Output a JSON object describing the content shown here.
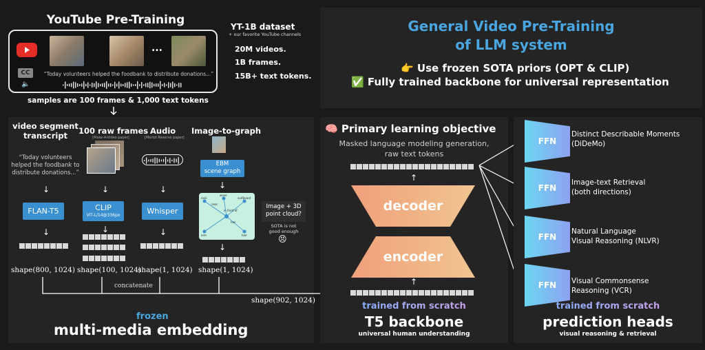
{
  "youtube": {
    "title": "YouTube Pre-Training",
    "caption": "“Today volunteers helped the foodbank to distribute donations...”",
    "ellipsis": "...",
    "cc": "CC",
    "samples": "samples are 100 frames & 1,000 text tokens"
  },
  "dataset": {
    "title": "YT-1B dataset",
    "subtitle": "+ our favorite YouTube channels",
    "stats": [
      "20M videos.",
      "1B frames.",
      "15B+ text tokens."
    ]
  },
  "header": {
    "title_line1": "General Video Pre-Training",
    "title_line2": "of LLM system",
    "bullet1_icon": "👉",
    "bullet1": "Use frozen SOTA priors (OPT & CLIP)",
    "bullet2_icon": "✅",
    "bullet2": "Fully trained backbone for universal representation"
  },
  "embedding": {
    "col1_title": "video segment transcript",
    "col1_quote": "“Today volunteers helped the foodbank to distribute donations...”",
    "col1_model": "FLAN-T5",
    "col1_shape": "shape(800, 1024)",
    "col2_title": "100 raw frames",
    "col2_note": "[Make-A-Video paper]",
    "col2_model": "CLIP",
    "col2_model_sub": "ViT-L/14@336px",
    "col2_shape": "shape(100, 1024)",
    "col3_title": "Audio",
    "col3_note": "[Merlot Reserve paper]",
    "col3_model": "Whisper",
    "col3_shape": "shape(1, 1024)",
    "col4_title": "Image-to-graph",
    "col4_model_l1": "EBM",
    "col4_model_l2": "scene graph",
    "col4_shape": "shape(1, 1024)",
    "graph_labels": [
      "rock",
      "wave",
      "surfboard",
      "near",
      "in front of",
      "has",
      "arm",
      "hair"
    ],
    "col5_box_l1": "Image + 3D",
    "col5_box_l2": "point cloud?",
    "col5_note_l1": "SOTA is not",
    "col5_note_l2": "good enough",
    "col5_emoji": "😣",
    "concat": "concatenate",
    "concat_shape": "shape(902, 1024)",
    "frozen": "frozen",
    "footer": "multi-media embedding"
  },
  "backbone": {
    "objective_icon": "🧠",
    "objective": "Primary learning objective",
    "desc_l1": "Masked language modeling generation,",
    "desc_l2": "raw text tokens",
    "decoder": "decoder",
    "encoder": "encoder",
    "trained": "trained from scratch",
    "title": "T5 backbone",
    "subtitle": "universal human understanding"
  },
  "heads": {
    "ffn_label": "FFN",
    "items": [
      {
        "l1": "Distinct Describable Moments",
        "l2": "(DiDeMo)"
      },
      {
        "l1": "Image-text Retrieval",
        "l2": "(both directions)"
      },
      {
        "l1": "Natural Language",
        "l2": "Visual Reasoning (NLVR)"
      },
      {
        "l1": "Visual Commonsense",
        "l2": "Reasoning (VCR)"
      }
    ],
    "trained": "trained from scratch",
    "title": "prediction heads",
    "subtitle": "visual reasoning & retrieval"
  },
  "colors": {
    "accent_blue": "#4aa6e0",
    "model_box": "#3a8fd0",
    "ffn": "#6dd5f2",
    "coder": "#f0a07a"
  }
}
